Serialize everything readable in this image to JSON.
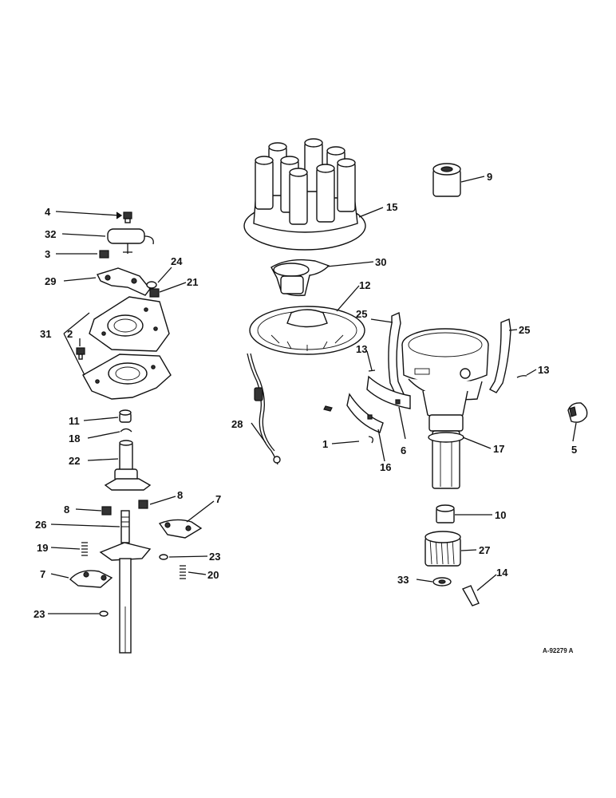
{
  "drawing": {
    "reference_code": "A-92279 A",
    "callouts": [
      {
        "id": "c1",
        "label": "1"
      },
      {
        "id": "c2",
        "label": "2"
      },
      {
        "id": "c3",
        "label": "3"
      },
      {
        "id": "c4",
        "label": "4"
      },
      {
        "id": "c5",
        "label": "5"
      },
      {
        "id": "c6",
        "label": "6"
      },
      {
        "id": "c7a",
        "label": "7"
      },
      {
        "id": "c7b",
        "label": "7"
      },
      {
        "id": "c8a",
        "label": "8"
      },
      {
        "id": "c8b",
        "label": "8"
      },
      {
        "id": "c9",
        "label": "9"
      },
      {
        "id": "c10",
        "label": "10"
      },
      {
        "id": "c11",
        "label": "11"
      },
      {
        "id": "c12",
        "label": "12"
      },
      {
        "id": "c13a",
        "label": "13"
      },
      {
        "id": "c13b",
        "label": "13"
      },
      {
        "id": "c14",
        "label": "14"
      },
      {
        "id": "c15",
        "label": "15"
      },
      {
        "id": "c16",
        "label": "16"
      },
      {
        "id": "c17",
        "label": "17"
      },
      {
        "id": "c18",
        "label": "18"
      },
      {
        "id": "c19",
        "label": "19"
      },
      {
        "id": "c20",
        "label": "20"
      },
      {
        "id": "c21",
        "label": "21"
      },
      {
        "id": "c22",
        "label": "22"
      },
      {
        "id": "c23a",
        "label": "23"
      },
      {
        "id": "c23b",
        "label": "23"
      },
      {
        "id": "c24",
        "label": "24"
      },
      {
        "id": "c25a",
        "label": "25"
      },
      {
        "id": "c25b",
        "label": "25"
      },
      {
        "id": "c26",
        "label": "26"
      },
      {
        "id": "c27",
        "label": "27"
      },
      {
        "id": "c28",
        "label": "28"
      },
      {
        "id": "c29",
        "label": "29"
      },
      {
        "id": "c30",
        "label": "30"
      },
      {
        "id": "c31",
        "label": "31"
      },
      {
        "id": "c32",
        "label": "32"
      },
      {
        "id": "c33",
        "label": "33"
      }
    ]
  }
}
